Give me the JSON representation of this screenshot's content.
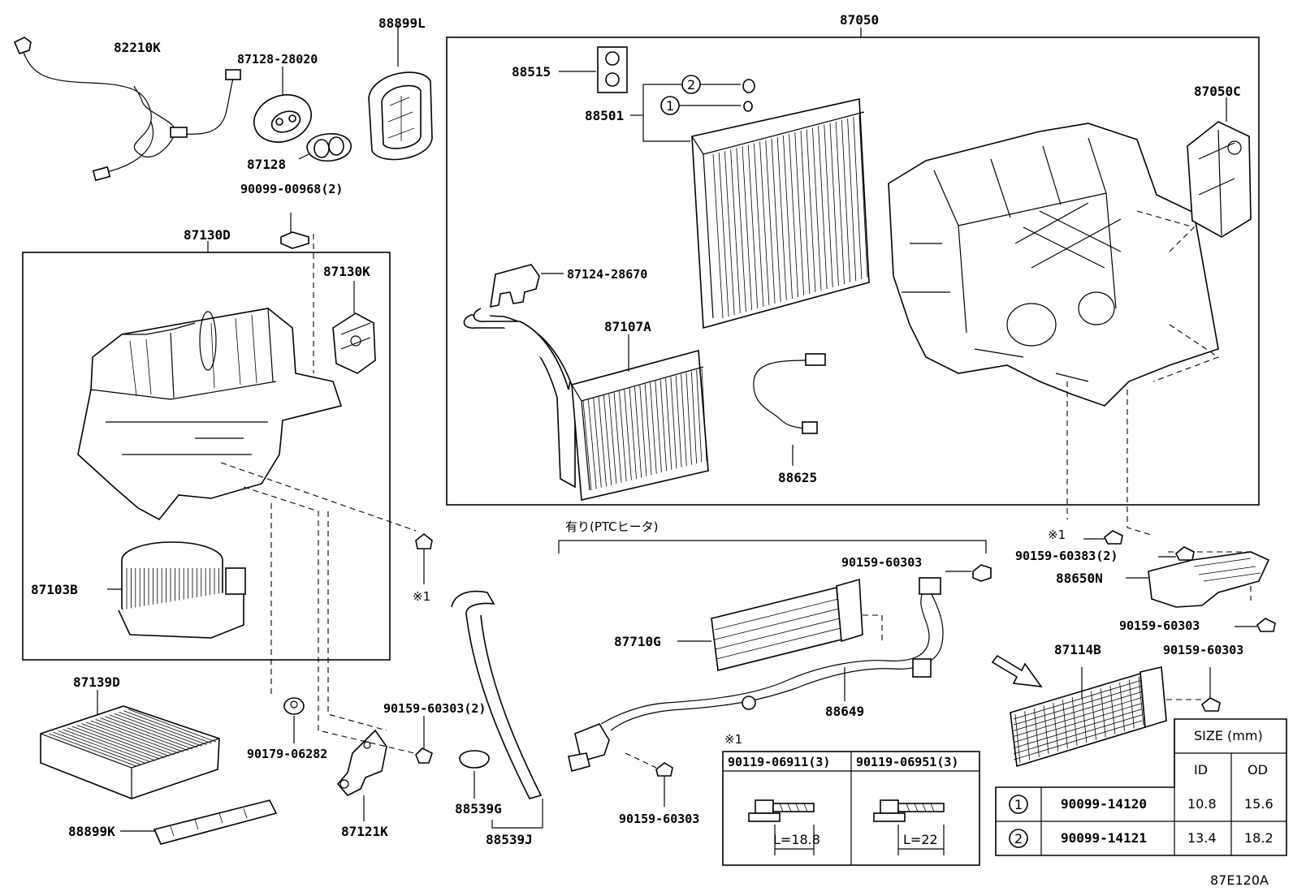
{
  "labels": {
    "p82210K": "82210K",
    "p87128_28020": "87128-28020",
    "p88899L": "88899L",
    "p87050": "87050",
    "p88515": "88515",
    "p88501": "88501",
    "p87050C": "87050C",
    "p87128": "87128",
    "p90099_00968": "90099-00968(2)",
    "p87130D": "87130D",
    "p87130K": "87130K",
    "p87124_28670": "87124-28670",
    "p87107A": "87107A",
    "p88625": "88625",
    "p87103B": "87103B",
    "mark1_a": "※1",
    "p87139D": "87139D",
    "p90179_06282": "90179-06282",
    "p90159_60303_2": "90159-60303(2)",
    "p87121K": "87121K",
    "p88899K": "88899K",
    "p88539G": "88539G",
    "p88539J": "88539J",
    "ptc_option": "有り(PTCヒータ)",
    "p90159_60303_a": "90159-60303",
    "p87710G": "87710G",
    "p88649": "88649",
    "p90159_60303_b": "90159-60303",
    "mark1_b": "※1",
    "p90159_60383": "90159-60383(2)",
    "p88650N": "88650N",
    "p90159_60303_c": "90159-60303",
    "p87114B": "87114B",
    "p90159_60303_d": "90159-60303",
    "mark1_c": "※1",
    "diagram_code": "87E120A"
  },
  "callouts": {
    "circle1": "1",
    "circle2": "2"
  },
  "bolt_table": {
    "headers": [
      "90119-06911(3)",
      "90119-06951(3)"
    ],
    "lengths": [
      "L=18.8",
      "L=22"
    ]
  },
  "size_table": {
    "title": "SIZE (mm)",
    "col_id": "ID",
    "col_od": "OD",
    "rows": [
      {
        "mark": "1",
        "part": "90099-14120",
        "id": "10.8",
        "od": "15.6"
      },
      {
        "mark": "2",
        "part": "90099-14121",
        "id": "13.4",
        "od": "18.2"
      }
    ]
  },
  "colors": {
    "line": "#000000",
    "background": "#ffffff"
  }
}
